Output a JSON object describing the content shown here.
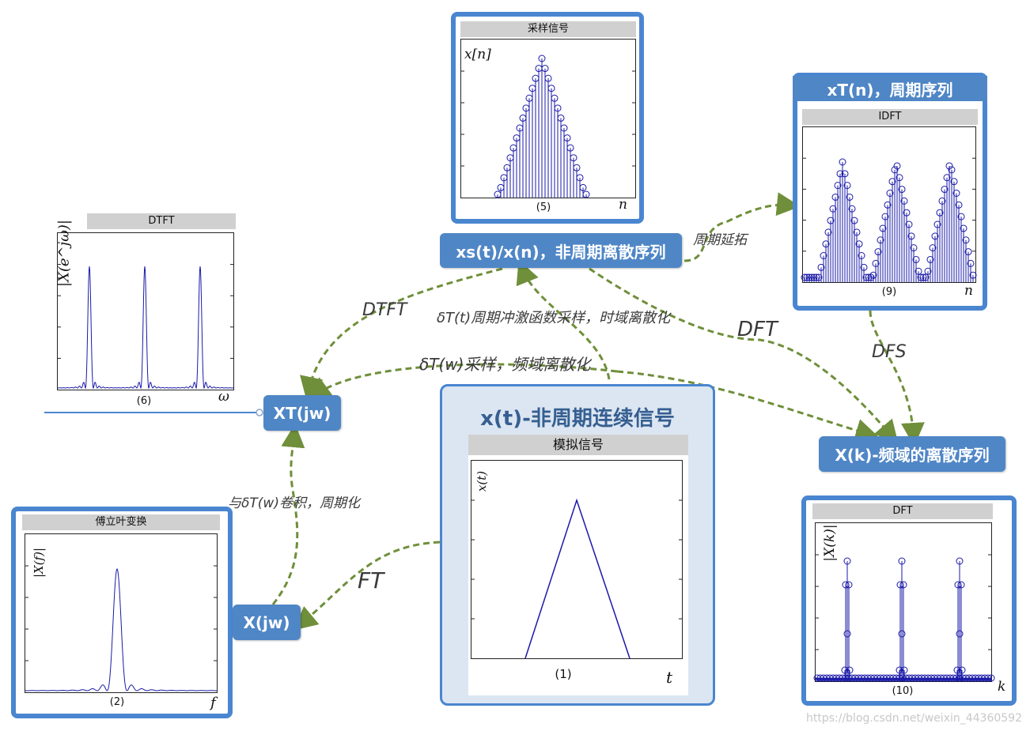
{
  "nodes": {
    "xs": "xs(t)/x(n)，非周期离散序列",
    "xt_periodic": "xT(n)，周期序列",
    "xtjw": "XT(jw)",
    "xjw": "X(jw)",
    "xk": "X(k)-频域的离散序列",
    "center_title": "x(t)-非周期连续信号"
  },
  "edges": {
    "dtft": "DTFT",
    "dft": "DFT",
    "dfs": "DFS",
    "ft": "FT",
    "periodic_ext": "周期延拓",
    "time_sampling": "δT(t)周期冲激函数采样，时域离散化",
    "freq_sampling": "δT(w)采样，频域离散化",
    "convolution": "与δT(w)卷积，周期化"
  },
  "plots": {
    "p1": {
      "title": "模拟信号",
      "caption": "(1)",
      "ylabel": "x(t)",
      "xlabel": "t"
    },
    "p2": {
      "title": "傅立叶变换",
      "caption": "(2)",
      "ylabel": "|X(f)|",
      "xlabel": "f"
    },
    "p5": {
      "title": "采样信号",
      "caption": "(5)",
      "ylabel": "x[n]",
      "xlabel": "n"
    },
    "p6": {
      "title": "DTFT",
      "caption": "(6)",
      "ylabel": "|X(e^jω)|",
      "xlabel": "ω"
    },
    "p9": {
      "title": "IDFT",
      "caption": "(9)",
      "xlabel": "n"
    },
    "p10": {
      "title": "DFT",
      "caption": "(10)",
      "ylabel": "|X(k)|",
      "xlabel": "k"
    }
  },
  "colors": {
    "node": "#4f86c6",
    "frame": "#4a86d0",
    "arrow": "#6f8f3a",
    "plot_line": "#1a1aa8"
  },
  "watermark": "https://blog.csdn.net/weixin_44360592"
}
